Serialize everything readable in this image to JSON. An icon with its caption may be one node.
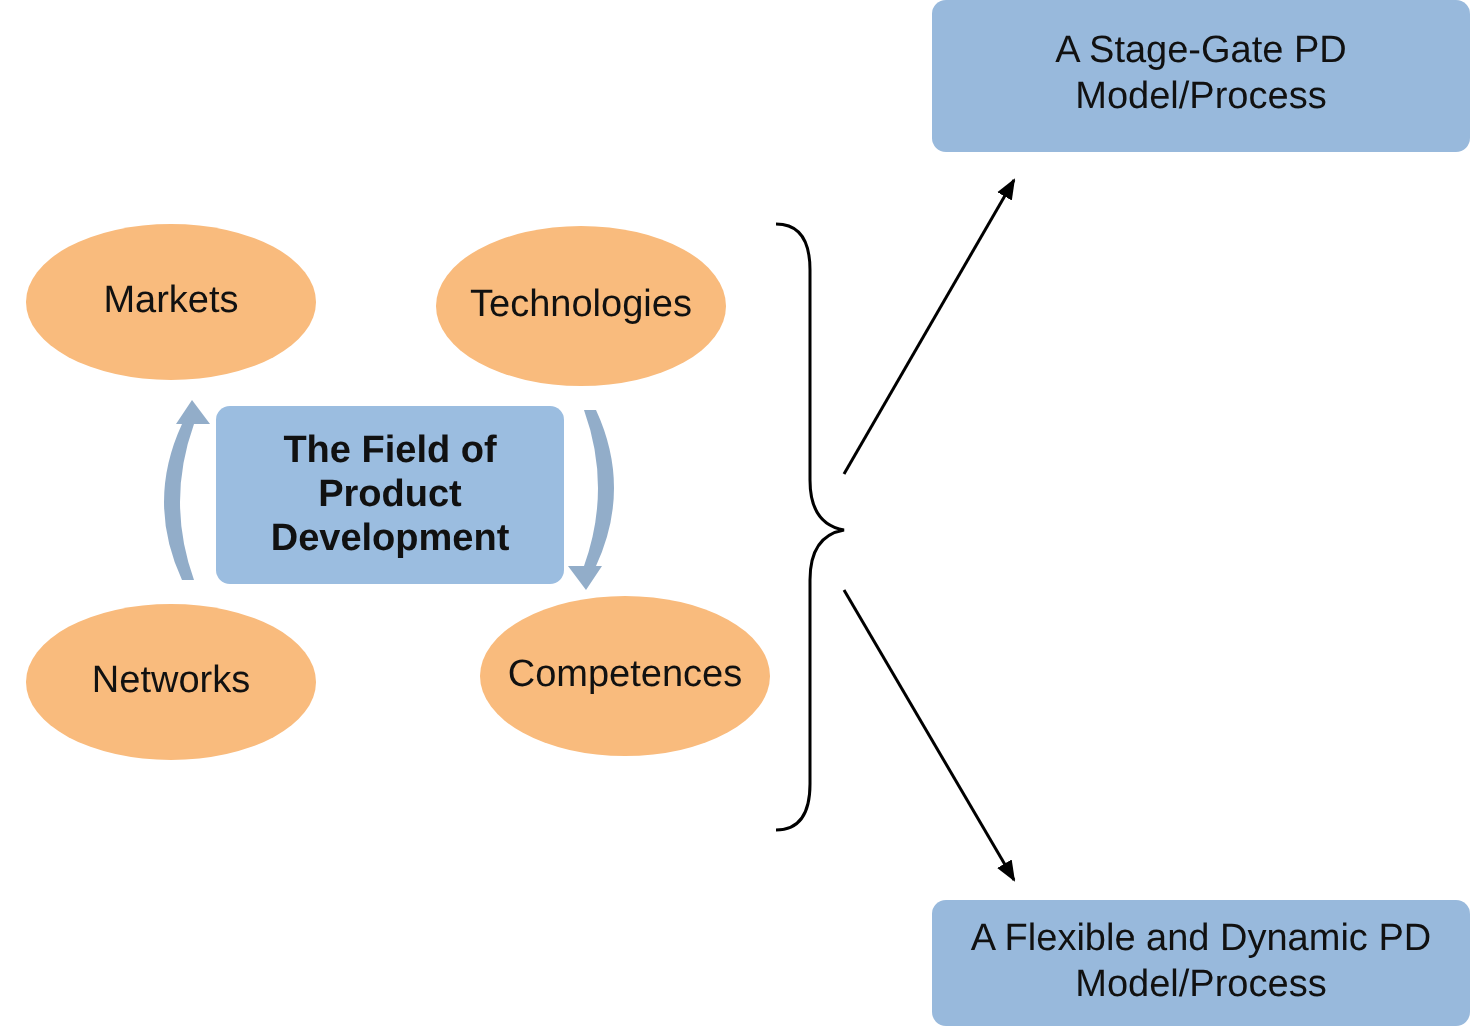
{
  "diagram": {
    "nodes": [
      {
        "text": [
          "Markets"
        ]
      },
      {
        "text": [
          "Technologies"
        ]
      },
      {
        "text": [
          "The Field of Product Development"
        ]
      },
      {
        "text": [
          "Networks"
        ]
      },
      {
        "text": [
          "Competences"
        ]
      },
      {
        "text": [
          "A Stage-Gate PD Model/Process"
        ]
      },
      {
        "text": [
          "A Flexible and Dynamic PD Model/Process"
        ]
      },
      {
        "text": [],
        "shape": "bracket"
      }
    ],
    "edges": [
      {
        "from": 7,
        "to": 5,
        "arrow": "to"
      },
      {
        "from": 7,
        "to": 6,
        "arrow": "to"
      }
    ]
  }
}
